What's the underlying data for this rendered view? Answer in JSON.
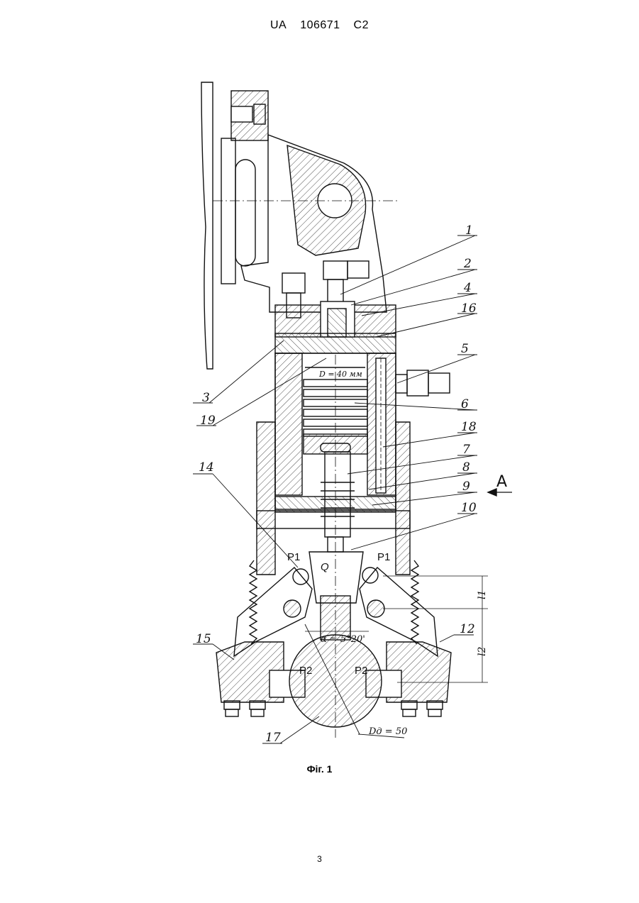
{
  "header": {
    "country": "UA",
    "number": "106671",
    "kind": "C2"
  },
  "figure": {
    "caption": "Фіг. 1",
    "callouts": [
      "1",
      "2",
      "4",
      "16",
      "5",
      "6",
      "18",
      "7",
      "8",
      "9",
      "10",
      "3",
      "19",
      "14",
      "15",
      "12",
      "17"
    ],
    "view_marker": "A",
    "dimensions": {
      "bore": "D = 40 мм",
      "angle": "α = 5°20'",
      "diameter": "Dд = 50",
      "l1": "l1",
      "l2": "l2"
    },
    "forces": {
      "p1_left": "P1",
      "p1_right": "P1",
      "p2_left": "P2",
      "p2_right": "P2",
      "q": "Q"
    }
  },
  "page_number": "3"
}
